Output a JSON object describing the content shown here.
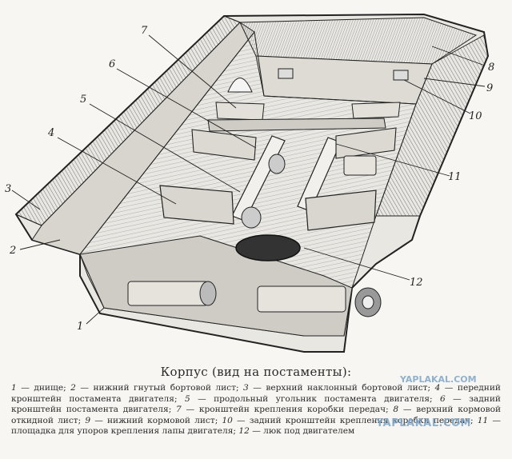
{
  "figure": {
    "title": "Корпус (вид на постаменты):",
    "callouts": [
      "1",
      "2",
      "3",
      "4",
      "5",
      "6",
      "7",
      "8",
      "9",
      "10",
      "11",
      "12"
    ]
  },
  "legend": [
    {
      "num": "1",
      "text": "днище;"
    },
    {
      "num": "2",
      "text": "нижний гнутый бортовой лист;"
    },
    {
      "num": "3",
      "text": "верхний наклонный бортовой лист;"
    },
    {
      "num": "4",
      "text": "передний кронштейн постамента двигателя;"
    },
    {
      "num": "5",
      "text": "продольный угольник постамента двигателя;"
    },
    {
      "num": "6",
      "text": "задний кронштейн постамента двигателя;"
    },
    {
      "num": "7",
      "text": "кронштейн крепления коробки передач;"
    },
    {
      "num": "8",
      "text": "верхний кормовой откидной лист;"
    },
    {
      "num": "9",
      "text": "нижний кормовой лист;"
    },
    {
      "num": "10",
      "text": "задний кронштейн крепления коробки передач;"
    },
    {
      "num": "11",
      "text": "площадка для упоров крепления лапы двигателя;"
    },
    {
      "num": "12",
      "text": "люк под двигателем"
    }
  ],
  "watermark": {
    "text": "YAPLAKAL.COM",
    "text_small": "YAPLAKAL.COM"
  },
  "colors": {
    "ink": "#2a2a2a",
    "paper": "#f7f6f3",
    "watermark": "#7fa6c8"
  }
}
